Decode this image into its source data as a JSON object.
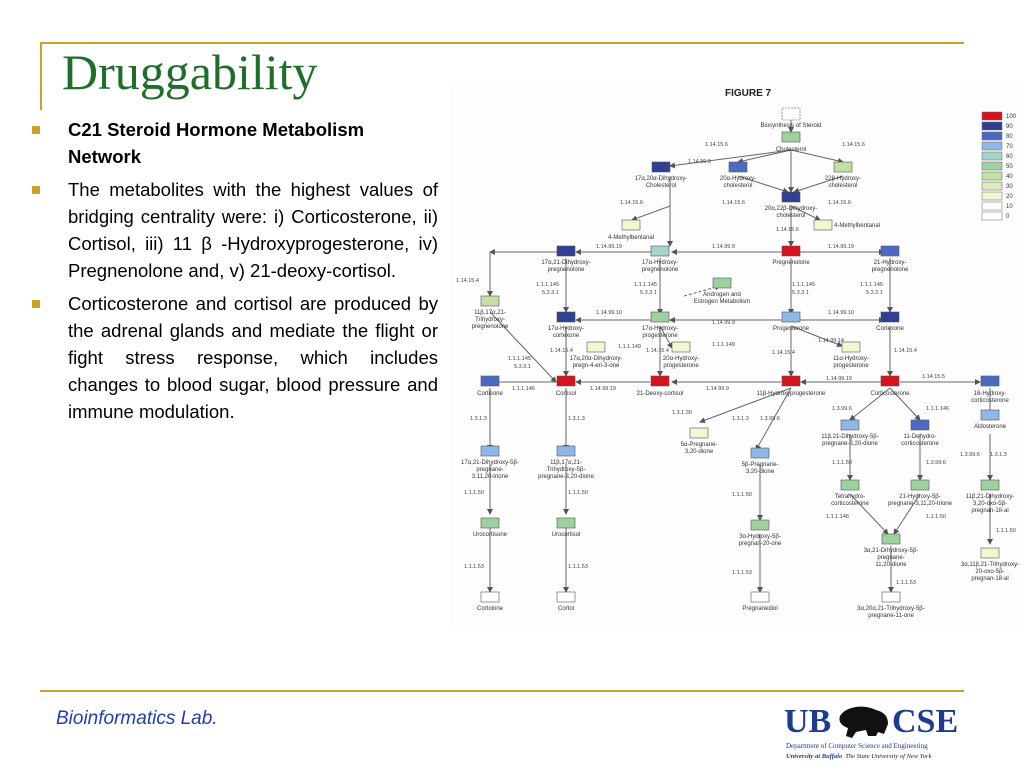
{
  "title": "Druggability",
  "bullets": [
    {
      "text": "C21 Steroid Hormone Metabolism Network",
      "bold": true
    },
    {
      "text": "The metabolites with the highest values of bridging centrality were: i) Corticosterone, ii) Cortisol, iii) 11 β -Hydroxyprogesterone, iv) Pregnenolone and, v) 21-deoxy-cortisol.",
      "bold": false
    },
    {
      "text": "Corticosterone and cortisol are produced by the adrenal glands and mediate the flight or fight stress response, which includes changes to blood sugar, blood pressure and immune modulation.",
      "bold": false
    }
  ],
  "figure": {
    "title": "FIGURE 7",
    "legend": [
      {
        "label": "100",
        "color": "#d6121d"
      },
      {
        "label": "90",
        "color": "#2f3f94"
      },
      {
        "label": "80",
        "color": "#4d6ac3"
      },
      {
        "label": "70",
        "color": "#8fb8e6"
      },
      {
        "label": "60",
        "color": "#a7d3cc"
      },
      {
        "label": "50",
        "color": "#9fd09f"
      },
      {
        "label": "40",
        "color": "#c2e0a6"
      },
      {
        "label": "30",
        "color": "#dcebb9"
      },
      {
        "label": "20",
        "color": "#f2f6d2"
      },
      {
        "label": "10",
        "color": "#ffffff"
      },
      {
        "label": "0",
        "color": "#ffffff"
      }
    ],
    "node_labels": {
      "biosynthesis": "Biosynthesis of Steroid",
      "cholesterol": "Cholesterol",
      "dihydroxy_chol": "17α,20α-Dihydroxy-",
      "dihydroxy_chol2": "Cholesterol",
      "hydroxy20a": "20α-Hydroxy-",
      "hydroxy20a2": "cholesterol",
      "hydroxy22b": "22β-Hydroxy-",
      "hydroxy22b2": "cholesterol",
      "dihydroxy2022": "20α,22β-Dihydroxy-",
      "dihydroxy20222": "cholesterol",
      "methylbentanal_l": "4-Methylbentanal",
      "methylbentanal_r": "4-Methylbentanal",
      "dihydroxypreg": "17α,21-Dihydroxy-",
      "dihydroxypreg2": "pregnenolone",
      "hydroxypreg17": "17α-Hydroxy-",
      "hydroxypreg172": "pregnenolone",
      "pregnenolone": "Pregnenolone",
      "hydroxypreg21": "21-Hydroxy-",
      "hydroxypreg212": "pregnenolone",
      "trihydroxypreg": "11β,17α,21-",
      "trihydroxypreg2": "Trihydroxy-",
      "trihydroxypreg3": "pregnenolone",
      "androgen": "Androgen and",
      "androgen2": "Estrogen Metabolism",
      "hydroxycortexone": "17α-Hydroxy-",
      "hydroxycortexone2": "cortexone",
      "hydroxyprog17": "17α-Hydroxy-",
      "hydroxyprog172": "progesterone",
      "progesterone": "Progesterone",
      "cortexone": "Cortexone",
      "dihydroxypregn4": "17α,20α-Dihydroxy-",
      "dihydroxypregn42": "pregn-4-en-3-one",
      "hydroxyprog20": "20α-Hydroxy-",
      "hydroxyprog202": "progesterone",
      "hydroxyprog11a": "11α-Hydroxy-",
      "hydroxyprog11a2": "progesterone",
      "cortisone": "Cortisone",
      "cortisol": "Cortisol",
      "deoxycortisol": "21-Deoxy-cortisol",
      "hydroxyprog11b": "11β-Hydroxyprogesterone",
      "corticosterone": "Corticosterone",
      "hydroxycorticosterone": "18-Hydroxy-",
      "hydroxycorticosterone2": "corticosterone",
      "pregnanedione": "5α-Pregnane-",
      "pregnanedione2": "3,20-dione",
      "bpregnane": "5β-Pregnane-",
      "bpregnane2": "3,20-dione",
      "dihydroxy5b": "11β,21-Dihydroxy-5β-",
      "dihydroxy5b2": "pregnane-3,20-dione",
      "dehydrocort": "11-Dehydro-",
      "dehydrocort2": "corticosterone",
      "aldosterone": "Aldosterone",
      "trihydroxy_a": "17α,21-Dihydroxy-5β-",
      "trihydroxy_a2": "pregnane-",
      "trihydroxy_a3": "3,11,20-trione",
      "trihydroxy_b": "11β,17α,21-",
      "trihydroxy_b2": "Trihydroxy-5β-",
      "trihydroxy_b3": "pregnane-3,20-dione",
      "tetrahydro": "Tetrahydro-",
      "tetrahydro2": "corticosterone",
      "hydroxy21_5b": "21-Hydroxy-5β-",
      "hydroxy21_5b2": "pregnane-3,11,20-trione",
      "dihydroxy_oxo": "11β,21-Dihydroxy-",
      "dihydroxy_oxo2": "3,20-oxo-5β-",
      "dihydroxy_oxo3": "pregnan-18-al",
      "urocortisone": "Urocortisone",
      "urocortisol": "Urocortisol",
      "hydroxy5bpreg": "3α-Hydroxy-5β-",
      "hydroxy5bpreg2": "pregnan-20-one",
      "dihydroxy_5bpreg": "3α,21-Dihydroxy-5β-",
      "dihydroxy_5bpreg2": "pregnane-",
      "dihydroxy_5bpreg3": "11,20-dione",
      "trihydroxy_20oxo": "3α,11β,21-Trihydroxy-",
      "trihydroxy_20oxo2": "20-oxo-5β-",
      "trihydroxy_20oxo3": "pregnan-18-al",
      "cortolone": "Cortolone",
      "cortol": "Cortol",
      "pregnanediol": "Pregnanediol",
      "trihydroxy_11one": "3α,20α,21-Trihydroxy-5β-",
      "trihydroxy_11one2": "pregnane-11-one"
    }
  },
  "footer": "Bioinformatics Lab.",
  "logo": {
    "ub": "UB",
    "cse": "CSE",
    "dept": "Department of Computer Science and Engineering",
    "univ_bold": "University at Buffalo",
    "univ_rest": "The State University of New York"
  }
}
